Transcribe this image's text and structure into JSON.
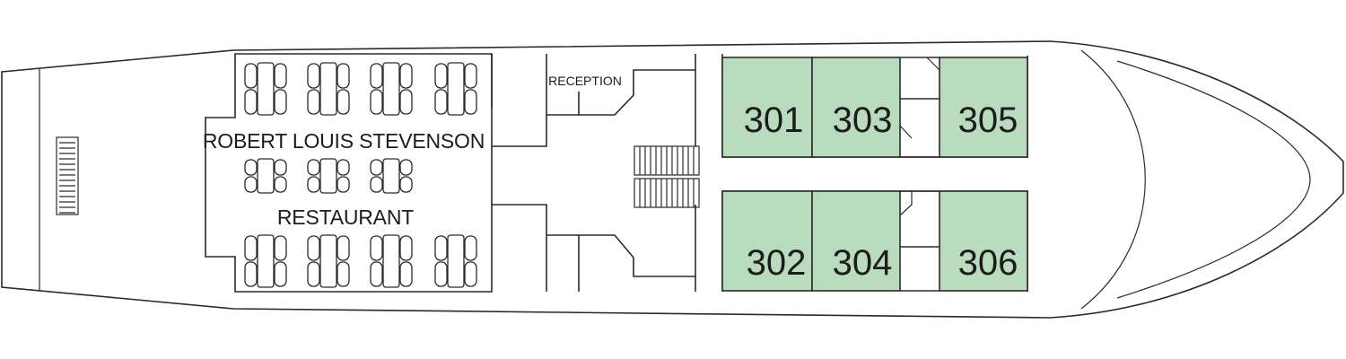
{
  "deck_plan": {
    "restaurant": {
      "name_line1": "ROBERT LOUIS STEVENSON",
      "name_line2": "RESTAURANT"
    },
    "reception_label": "RECEPTION",
    "cabins": [
      "301",
      "303",
      "305",
      "302",
      "304",
      "306"
    ],
    "colors": {
      "cabin_fill": "#b9dcbf",
      "line": "#2a2a2a",
      "background": "#ffffff"
    },
    "icons": [
      "stairs-icon",
      "dining-table-icon",
      "vent-grate-icon"
    ]
  }
}
